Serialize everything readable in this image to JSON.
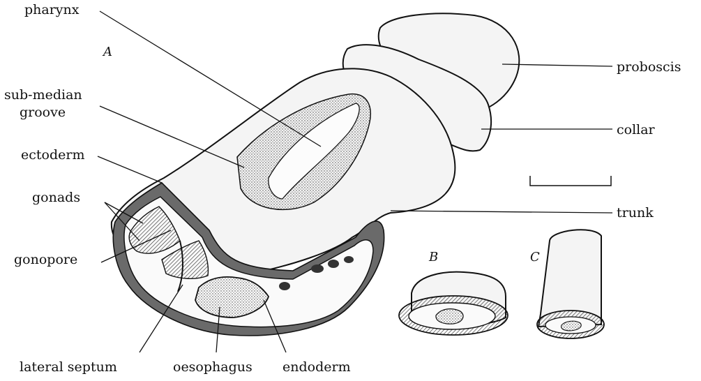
{
  "figure": {
    "panels": {
      "a": "A",
      "b": "B",
      "c": "C"
    },
    "labels": {
      "pharynx": "pharynx",
      "sub_median_groove_1": "sub-median",
      "sub_median_groove_2": "groove",
      "ectoderm": "ectoderm",
      "gonads": "gonads",
      "gonopore": "gonopore",
      "lateral_septum": "lateral septum",
      "oesophagus": "oesophagus",
      "endoderm": "endoderm",
      "proboscis": "proboscis",
      "collar": "collar",
      "trunk": "trunk"
    }
  },
  "colors": {
    "ink": "#111111",
    "stipple": "#8a8a8a",
    "wall": "#6a6a6a"
  }
}
